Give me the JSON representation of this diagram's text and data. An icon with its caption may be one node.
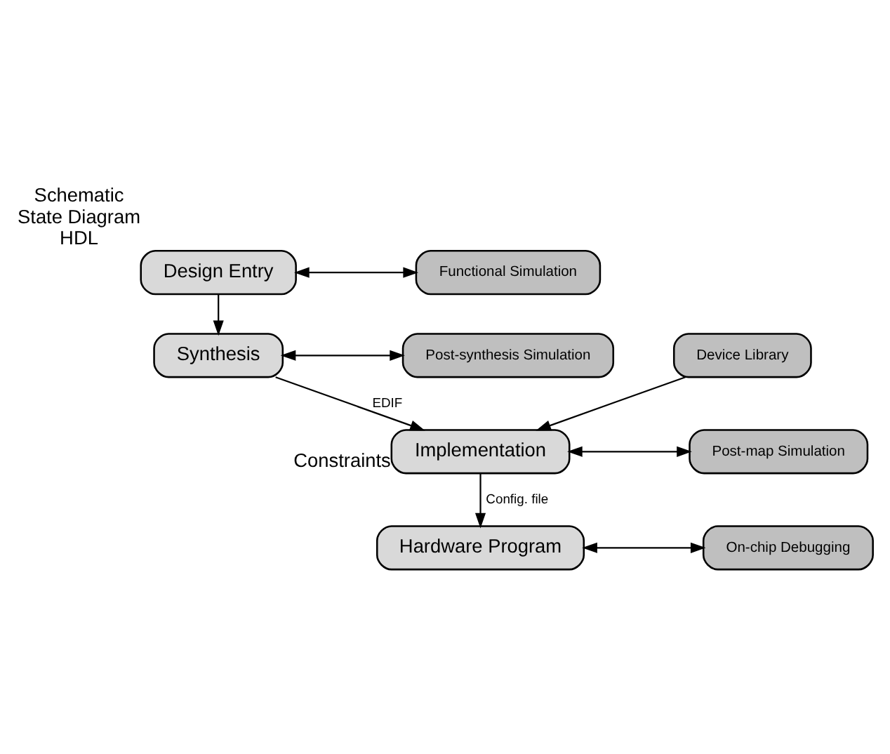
{
  "diagram": {
    "nodes": [
      {
        "text": [
          "Design Entry"
        ],
        "beside": [
          "Schematic",
          "State Diagram",
          "HDL"
        ]
      },
      {
        "text": [
          "Functional Simulation"
        ]
      },
      {
        "text": [
          "Synthesis"
        ]
      },
      {
        "text": [
          "Post-synthesis Simulation"
        ]
      },
      {
        "text": [
          "Device Library"
        ]
      },
      {
        "text": [
          "Implementation"
        ],
        "beside": [
          "Constraints"
        ]
      },
      {
        "text": [
          "Post-map Simulation"
        ]
      },
      {
        "text": [
          "Hardware Program"
        ]
      },
      {
        "text": [
          "On-chip Debugging"
        ]
      }
    ],
    "edges": [
      {
        "from": 0,
        "to": 1,
        "arrow": "both"
      },
      {
        "from": 0,
        "to": 2,
        "arrow": "to"
      },
      {
        "from": 2,
        "to": 3,
        "arrow": "both"
      },
      {
        "from": 2,
        "to": 5,
        "arrow": "to",
        "label": "EDIF"
      },
      {
        "from": 4,
        "to": 5,
        "arrow": "to"
      },
      {
        "from": 5,
        "to": 6,
        "arrow": "both"
      },
      {
        "from": 5,
        "to": 7,
        "arrow": "to",
        "label": "Config. file"
      },
      {
        "from": 7,
        "to": 8,
        "arrow": "both"
      }
    ]
  }
}
